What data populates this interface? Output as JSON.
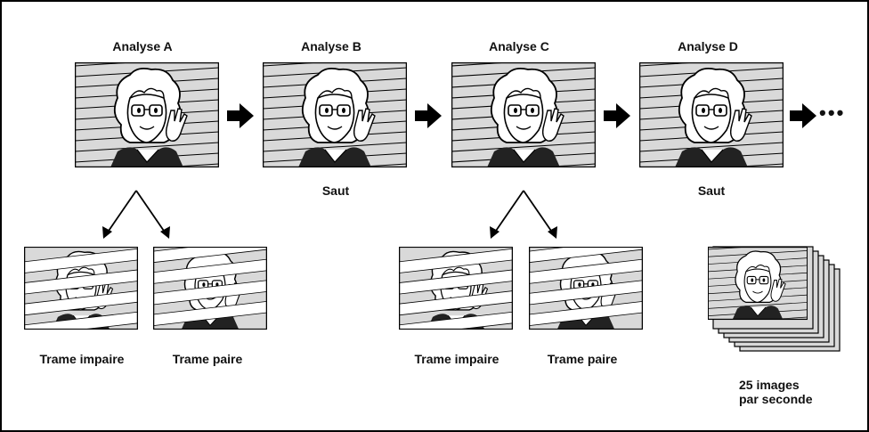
{
  "scans": [
    {
      "title": "Analyse A",
      "caption": ""
    },
    {
      "title": "Analyse B",
      "caption": "Saut"
    },
    {
      "title": "Analyse C",
      "caption": ""
    },
    {
      "title": "Analyse D",
      "caption": "Saut"
    }
  ],
  "fields": {
    "odd": "Trame impaire",
    "even": "Trame paire"
  },
  "continuation": "• • •",
  "rate": {
    "line1": "25 images",
    "line2": "par seconde"
  }
}
